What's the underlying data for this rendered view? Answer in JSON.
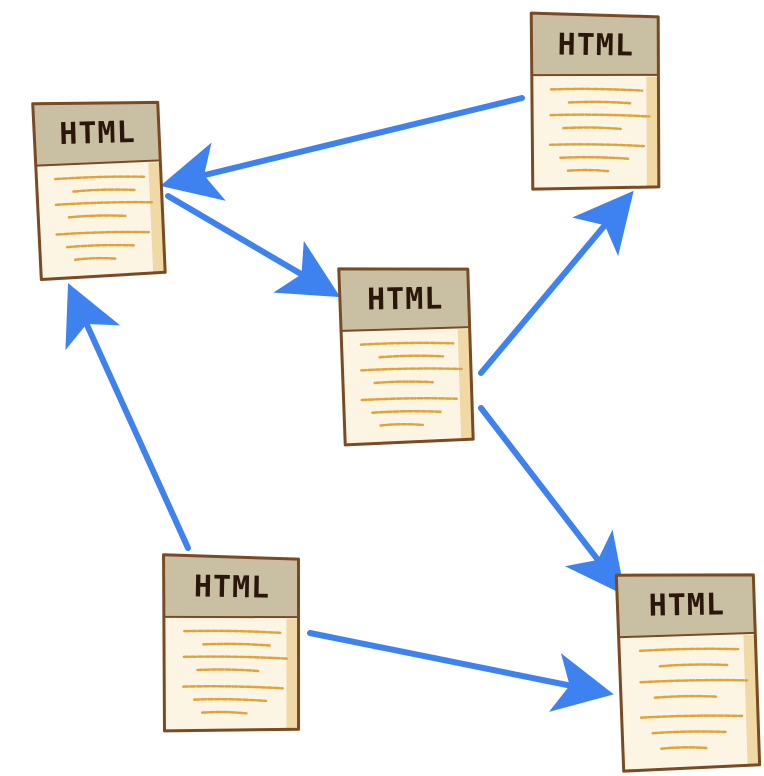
{
  "diagram": {
    "nodes": [
      {
        "id": "n1",
        "name": "html-doc-top-left",
        "label": "HTML"
      },
      {
        "id": "n2",
        "name": "html-doc-top-right",
        "label": "HTML"
      },
      {
        "id": "n3",
        "name": "html-doc-center",
        "label": "HTML"
      },
      {
        "id": "n4",
        "name": "html-doc-bottom-left",
        "label": "HTML"
      },
      {
        "id": "n5",
        "name": "html-doc-bottom-right",
        "label": "HTML"
      }
    ],
    "edges": [
      {
        "from": "n2",
        "to": "n1"
      },
      {
        "from": "n1",
        "to": "n3"
      },
      {
        "from": "n3",
        "to": "n2"
      },
      {
        "from": "n3",
        "to": "n5"
      },
      {
        "from": "n4",
        "to": "n1"
      },
      {
        "from": "n4",
        "to": "n5"
      }
    ]
  },
  "colors": {
    "arrow": "#3d82ee",
    "header_band": "#c9c0a4",
    "paper": "#fdf5e4",
    "paper_border": "#7a4a22",
    "scribble": "#e0a33a",
    "label": "#2a160a"
  }
}
